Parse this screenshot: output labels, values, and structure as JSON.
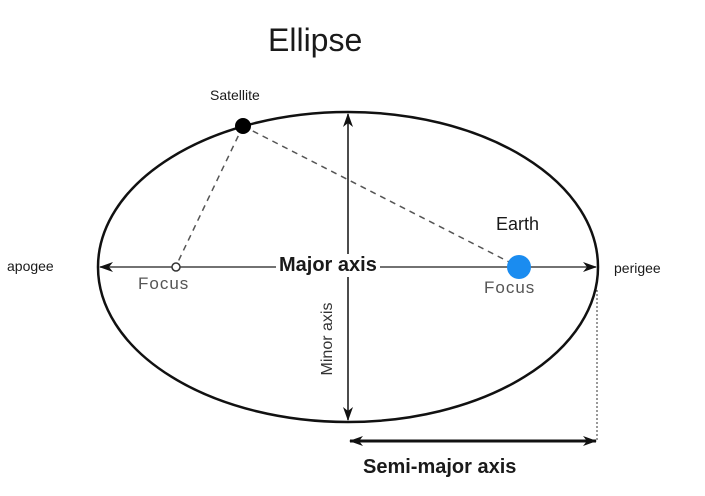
{
  "title": "Ellipse",
  "labels": {
    "satellite": "Satellite",
    "apogee": "apogee",
    "perigee": "perigee",
    "earth": "Earth",
    "focus_left": "Focus",
    "focus_right": "Focus",
    "major_axis": "Major axis",
    "minor_axis": "Minor axis",
    "semi_major_axis": "Semi-major axis"
  },
  "colors": {
    "earth": "#1a8cf0",
    "line": "#111111"
  }
}
